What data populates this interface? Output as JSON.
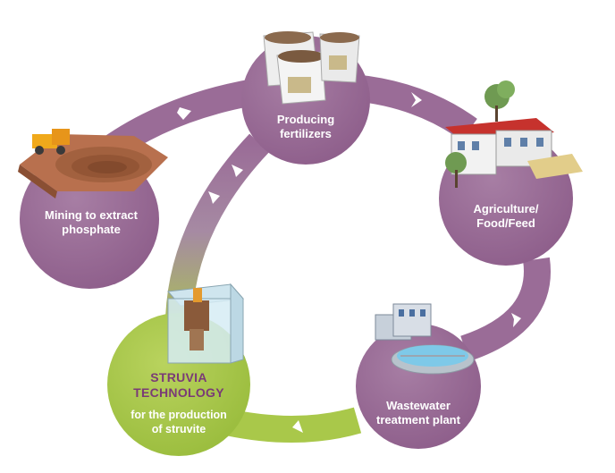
{
  "nodes": {
    "fertilizers": {
      "line1": "Producing",
      "line2": "fertilizers"
    },
    "agriculture": {
      "line1": "Agriculture/",
      "line2": "Food/Feed"
    },
    "wastewater": {
      "line1": "Wastewater",
      "line2": "treatment plant"
    },
    "struvia": {
      "title1": "STRUVIA",
      "title2": "TECHNOLOGY",
      "sub1": "for the production",
      "sub2": "of struvite"
    },
    "mining": {
      "line1": "Mining to extract",
      "line2": "phosphate"
    }
  },
  "colors": {
    "purple": "#9a6c97",
    "purple_dark": "#7a3b76",
    "green": "#a9c84a",
    "green_light": "#b9d35e"
  },
  "icons": [
    "fertilizer-bags-icon",
    "house-trees-icon",
    "treatment-plant-icon",
    "struvia-reactor-icon",
    "mining-pit-icon"
  ]
}
